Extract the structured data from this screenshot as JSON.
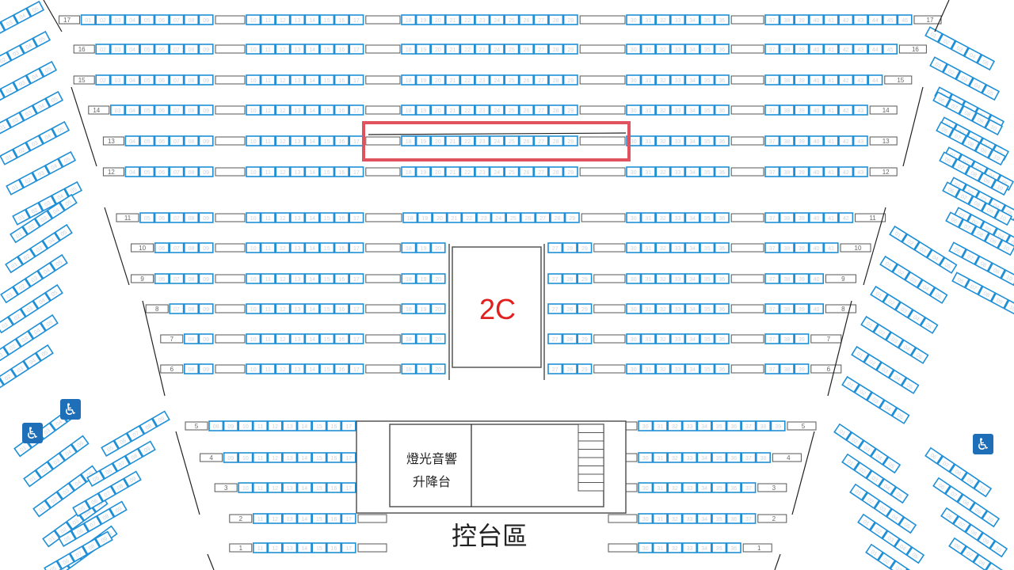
{
  "section_label": "2C",
  "lift_label_line1": "燈光音響",
  "lift_label_line2": "升降台",
  "control_label": "控台區",
  "highlighted_row": "13",
  "wheelchair_icon": "wheelchair-icon",
  "colors": {
    "seat_outline": "#1f8fd6",
    "highlight": "#e0525e",
    "section_text": "#e11f1f",
    "wheelchair": "#1f6fb8"
  },
  "upper_rows": [
    {
      "row": "17",
      "blocks": [
        [
          "01",
          "02",
          "03",
          "04",
          "05",
          "06",
          "07",
          "08",
          "09"
        ],
        [
          "10",
          "11",
          "12",
          "13",
          "14",
          "15",
          "16",
          "17"
        ],
        [
          "18",
          "19",
          "20",
          "21",
          "22",
          "23",
          "24",
          "25",
          "26",
          "27",
          "28",
          "29"
        ],
        [
          "30",
          "31",
          "32",
          "33",
          "34",
          "35",
          "36"
        ],
        [
          "37",
          "38",
          "39",
          "40",
          "41",
          "42",
          "43",
          "44",
          "45",
          "46"
        ]
      ]
    },
    {
      "row": "16",
      "blocks": [
        [
          "02",
          "03",
          "04",
          "05",
          "06",
          "07",
          "08",
          "09"
        ],
        [
          "10",
          "11",
          "12",
          "13",
          "14",
          "15",
          "16",
          "17"
        ],
        [
          "18",
          "19",
          "20",
          "21",
          "22",
          "23",
          "24",
          "25",
          "26",
          "27",
          "28",
          "29"
        ],
        [
          "30",
          "31",
          "32",
          "33",
          "34",
          "35",
          "36"
        ],
        [
          "37",
          "38",
          "39",
          "40",
          "41",
          "42",
          "43",
          "44",
          "45"
        ]
      ]
    },
    {
      "row": "15",
      "blocks": [
        [
          "02",
          "03",
          "04",
          "05",
          "06",
          "07",
          "08",
          "09"
        ],
        [
          "10",
          "11",
          "12",
          "13",
          "14",
          "15",
          "16",
          "17"
        ],
        [
          "18",
          "19",
          "20",
          "21",
          "22",
          "23",
          "24",
          "25",
          "26",
          "27",
          "28",
          "29"
        ],
        [
          "30",
          "31",
          "32",
          "33",
          "34",
          "35",
          "36"
        ],
        [
          "37",
          "38",
          "39",
          "40",
          "41",
          "42",
          "43",
          "44"
        ]
      ]
    },
    {
      "row": "14",
      "blocks": [
        [
          "03",
          "04",
          "05",
          "06",
          "07",
          "08",
          "09"
        ],
        [
          "10",
          "11",
          "12",
          "13",
          "14",
          "15",
          "16",
          "17"
        ],
        [
          "18",
          "19",
          "20",
          "21",
          "22",
          "23",
          "24",
          "25",
          "26",
          "27",
          "28",
          "29"
        ],
        [
          "30",
          "31",
          "32",
          "33",
          "34",
          "35",
          "36"
        ],
        [
          "37",
          "38",
          "39",
          "40",
          "41",
          "42",
          "43"
        ]
      ]
    },
    {
      "row": "13",
      "blocks": [
        [
          "04",
          "05",
          "06",
          "07",
          "08",
          "09"
        ],
        [
          "10",
          "11",
          "12",
          "13",
          "14",
          "15",
          "16",
          "17"
        ],
        [
          "18",
          "19",
          "20",
          "21",
          "22",
          "23",
          "24",
          "25",
          "26",
          "27",
          "28",
          "29"
        ],
        [
          "30",
          "31",
          "32",
          "33",
          "34",
          "35",
          "36"
        ],
        [
          "37",
          "38",
          "39",
          "40",
          "41",
          "42",
          "43"
        ]
      ]
    },
    {
      "row": "12",
      "blocks": [
        [
          "04",
          "05",
          "06",
          "07",
          "08",
          "09"
        ],
        [
          "10",
          "11",
          "12",
          "13",
          "14",
          "15",
          "16",
          "17"
        ],
        [
          "18",
          "19",
          "20",
          "21",
          "22",
          "23",
          "24",
          "25",
          "26",
          "27",
          "28",
          "29"
        ],
        [
          "30",
          "31",
          "32",
          "33",
          "34",
          "35",
          "36"
        ],
        [
          "37",
          "38",
          "39",
          "40",
          "41",
          "42",
          "43"
        ]
      ]
    }
  ],
  "middle_rows": [
    {
      "row": "11",
      "left": [
        "05",
        "06",
        "07",
        "08",
        "09"
      ],
      "mid_left": [
        "10",
        "11",
        "12",
        "13",
        "14",
        "15",
        "16",
        "17"
      ],
      "center": [
        "18",
        "19",
        "20",
        "21",
        "22",
        "23",
        "24",
        "25",
        "26",
        "27",
        "28",
        "29"
      ],
      "mid_right": [
        "30",
        "31",
        "32",
        "33",
        "34",
        "35",
        "36"
      ],
      "right": [
        "37",
        "38",
        "39",
        "40",
        "41",
        "42"
      ]
    },
    {
      "row": "10",
      "left": [
        "06",
        "07",
        "08",
        "09"
      ],
      "mid_left": [
        "10",
        "11",
        "12",
        "13",
        "14",
        "15",
        "16",
        "17"
      ],
      "center_left": [
        "18",
        "19",
        "20"
      ],
      "center_right": [
        "27",
        "28",
        "29"
      ],
      "mid_right": [
        "30",
        "31",
        "32",
        "33",
        "34",
        "35",
        "36"
      ],
      "right": [
        "37",
        "38",
        "39",
        "40",
        "41"
      ]
    },
    {
      "row": "9",
      "left": [
        "06",
        "07",
        "08",
        "09"
      ],
      "mid_left": [
        "10",
        "11",
        "12",
        "13",
        "14",
        "15",
        "16",
        "17"
      ],
      "center_left": [
        "18",
        "19",
        "20"
      ],
      "center_right": [
        "27",
        "28",
        "29"
      ],
      "mid_right": [
        "30",
        "31",
        "32",
        "33",
        "34",
        "35",
        "36"
      ],
      "right": [
        "37",
        "38",
        "39",
        "40"
      ]
    },
    {
      "row": "8",
      "left": [
        "07",
        "08",
        "09"
      ],
      "mid_left": [
        "10",
        "11",
        "12",
        "13",
        "14",
        "15",
        "16",
        "17"
      ],
      "center_left": [
        "18",
        "19",
        "20"
      ],
      "center_right": [
        "27",
        "28",
        "29"
      ],
      "mid_right": [
        "30",
        "31",
        "32",
        "33",
        "34",
        "35",
        "36"
      ],
      "right": [
        "37",
        "38",
        "39",
        "40"
      ]
    },
    {
      "row": "7",
      "left": [
        "08",
        "09"
      ],
      "mid_left": [
        "10",
        "11",
        "12",
        "13",
        "14",
        "15",
        "16",
        "17"
      ],
      "center_left": [
        "18",
        "19",
        "20"
      ],
      "center_right": [
        "27",
        "28",
        "29"
      ],
      "mid_right": [
        "30",
        "31",
        "32",
        "33",
        "34",
        "35",
        "36"
      ],
      "right": [
        "37",
        "38",
        "39"
      ]
    },
    {
      "row": "6",
      "left": [
        "08",
        "09"
      ],
      "mid_left": [
        "10",
        "11",
        "12",
        "13",
        "14",
        "15",
        "16",
        "17"
      ],
      "center_left": [
        "18",
        "19",
        "20"
      ],
      "center_right": [
        "27",
        "28",
        "29"
      ],
      "mid_right": [
        "30",
        "31",
        "32",
        "33",
        "34",
        "35",
        "36"
      ],
      "right": [
        "37",
        "38",
        "39"
      ]
    }
  ],
  "lower_rows": [
    {
      "row": "5",
      "left": [
        "08",
        "09",
        "10",
        "11",
        "12",
        "13",
        "14",
        "15",
        "16",
        "17"
      ],
      "right": [
        "30",
        "31",
        "32",
        "33",
        "34",
        "35",
        "36",
        "37",
        "38",
        "39"
      ]
    },
    {
      "row": "4",
      "left": [
        "09",
        "10",
        "11",
        "12",
        "13",
        "14",
        "15",
        "16",
        "17"
      ],
      "right": [
        "30",
        "31",
        "32",
        "33",
        "34",
        "35",
        "36",
        "37",
        "38"
      ]
    },
    {
      "row": "3",
      "left": [
        "10",
        "11",
        "12",
        "13",
        "14",
        "15",
        "16",
        "17"
      ],
      "right": [
        "30",
        "31",
        "32",
        "33",
        "34",
        "35",
        "36",
        "37"
      ]
    },
    {
      "row": "2",
      "left": [
        "11",
        "12",
        "13",
        "14",
        "15",
        "16",
        "17"
      ],
      "right": [
        "30",
        "31",
        "32",
        "33",
        "34",
        "35",
        "36",
        "37"
      ]
    },
    {
      "row": "1",
      "left": [
        "11",
        "12",
        "13",
        "14",
        "15",
        "16",
        "17"
      ],
      "right": [
        "30",
        "31",
        "32",
        "33",
        "34",
        "35",
        "36"
      ]
    }
  ]
}
